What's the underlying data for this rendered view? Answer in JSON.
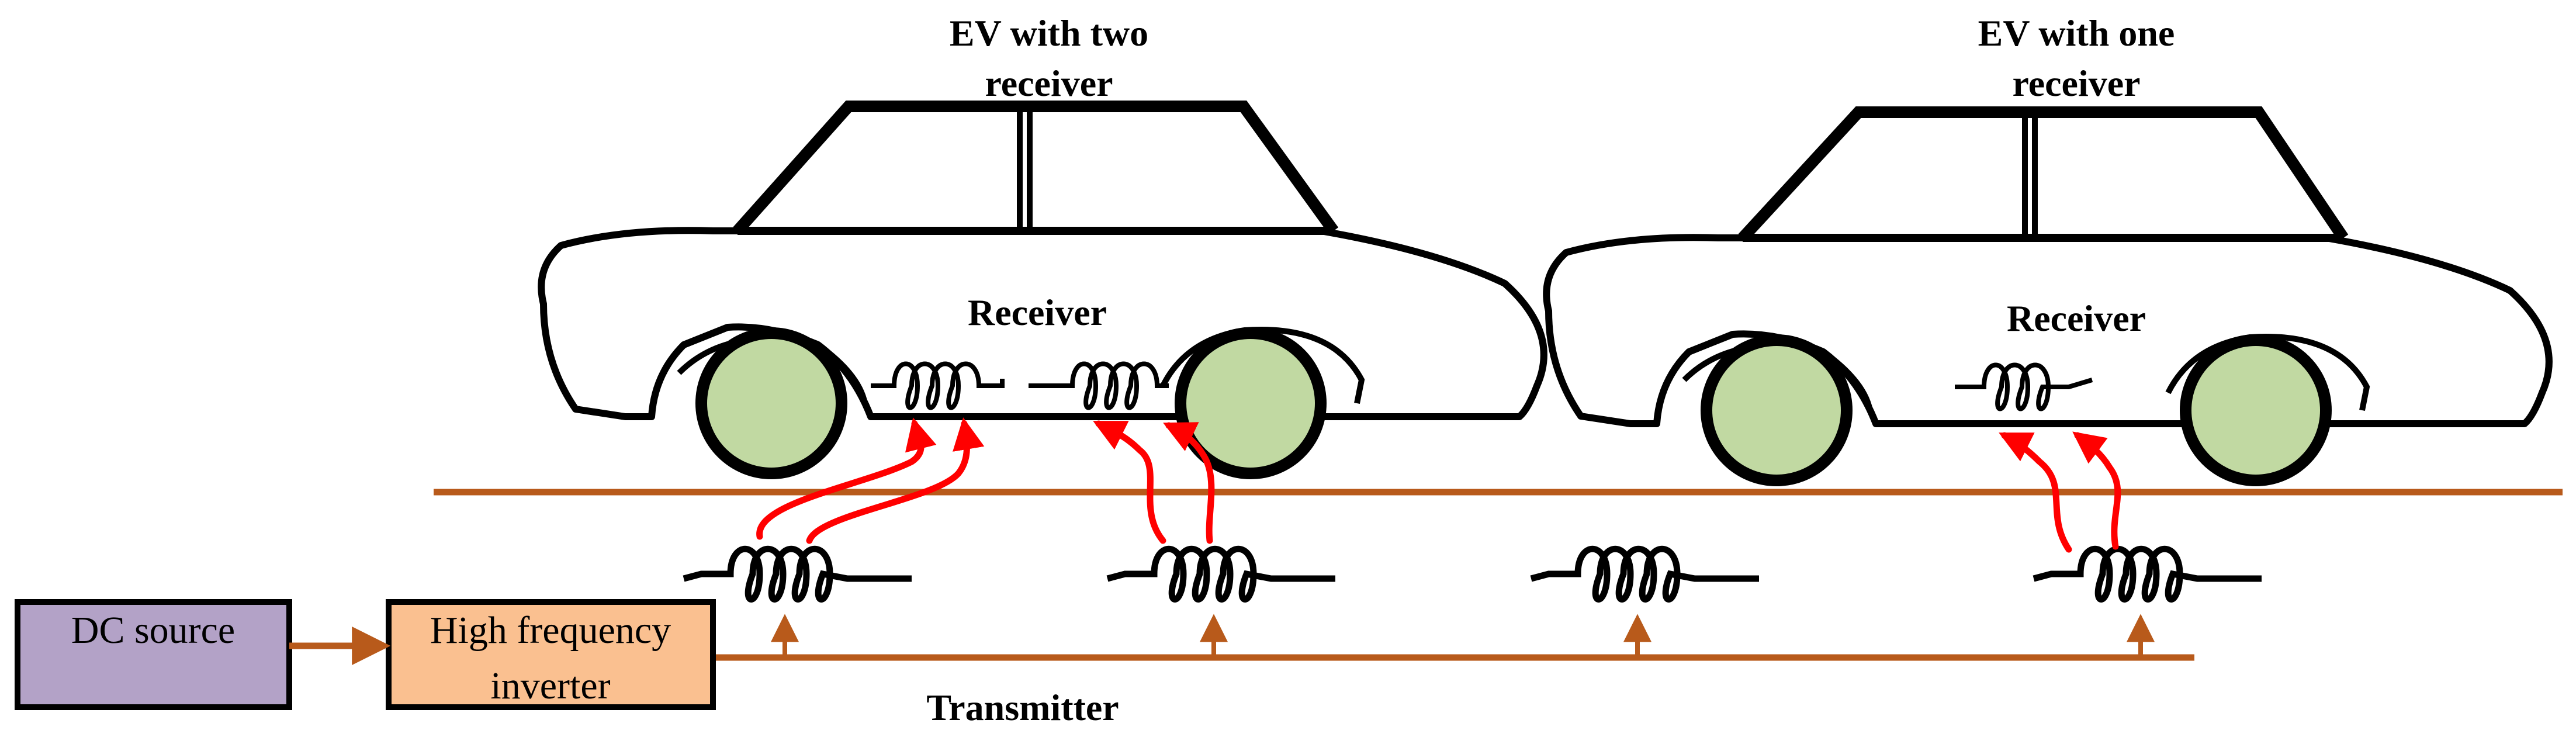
{
  "labels": {
    "car1_title_line1": "EV with two",
    "car1_title_line2": "receiver",
    "car2_title_line1": "EV with one",
    "car2_title_line2": "receiver",
    "car1_receiver": "Receiver",
    "car2_receiver": "Receiver",
    "transmitter": "Transmitter",
    "dc_source": "DC source",
    "inverter_line1": "High frequency",
    "inverter_line2": "inverter"
  },
  "colors": {
    "road": "#b85a1b",
    "feed_line": "#b85a1b",
    "wheel_fill": "#c1d9a2",
    "dc_source_fill": "#b3a2c7",
    "inverter_fill": "#fac090",
    "flux_arrow": "#ff0000",
    "outline": "#000000"
  }
}
